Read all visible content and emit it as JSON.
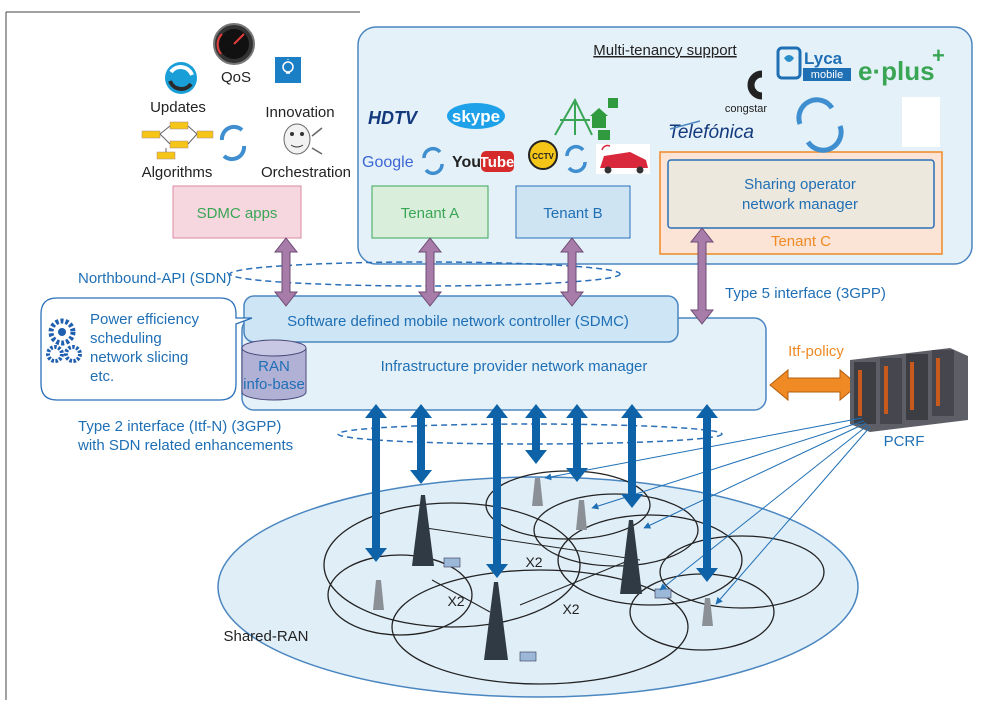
{
  "multi_tenancy": {
    "label": "Multi-tenancy support"
  },
  "apps": {
    "updates": "Updates",
    "qos": "QoS",
    "innovation": "Innovation",
    "algorithms": "Algorithms",
    "orchestration": "Orchestration"
  },
  "brands": {
    "hdtv": "HDTV",
    "skype": "skype",
    "google": "Google",
    "you": "You",
    "tube": "Tube",
    "cctv": "CCTV",
    "lyca": "Lyca",
    "mobile": "mobile",
    "eplus": "e·plus",
    "plus_sign": "+",
    "congstar": "congstar",
    "telefonica": "Telefónica"
  },
  "boxes": {
    "sdmc_apps": "SDMC apps",
    "tenant_a": "Tenant A",
    "tenant_b": "Tenant B",
    "tenant_c": "Tenant C",
    "sharing_manager_line1": "Sharing operator",
    "sharing_manager_line2": "network manager",
    "sdmc_controller": "Software defined mobile network controller (SDMC)",
    "infra_manager": "Infrastructure provider network manager",
    "ran_info_line1": "RAN",
    "ran_info_line2": "info-base"
  },
  "interfaces": {
    "northbound": "Northbound-API (SDN)",
    "type5": "Type 5 interface (3GPP)",
    "itf_policy": "Itf-policy",
    "type2_line1": "Type 2 interface (Itf-N) (3GPP)",
    "type2_line2": "with SDN related enhancements"
  },
  "callout": {
    "lines": [
      "Power efficiency",
      "scheduling",
      "network slicing",
      "etc."
    ]
  },
  "pcrf": {
    "label": "PCRF"
  },
  "ran": {
    "shared_ran": "Shared-RAN",
    "x2_a": "X2",
    "x2_b": "X2",
    "x2_c": "X2"
  },
  "colors": {
    "blue_text": "#1f6fb5",
    "green_text": "#3aa655",
    "panel_fill": "#e5f1f9",
    "pink_fill": "#f6d6df",
    "arrow_purple": "#a87ca8",
    "arrow_blue": "#0e63a8",
    "tenant_c_fill": "#fbe4d5",
    "itf_orange": "#f08a24"
  }
}
